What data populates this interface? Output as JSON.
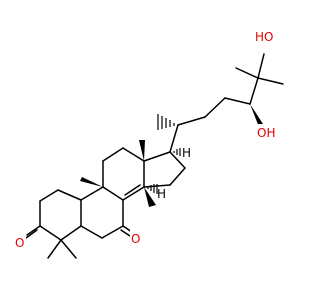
{
  "molecule": {
    "atom_labels": {
      "ho_top": "HO",
      "oh_side": "OH",
      "o_ketone_left": "O",
      "o_ketone_right": "O",
      "h_c17": "H",
      "h_c14": "H"
    },
    "colors": {
      "bond": "#000000",
      "oxygen": "#e60000",
      "background": "#ffffff"
    }
  }
}
